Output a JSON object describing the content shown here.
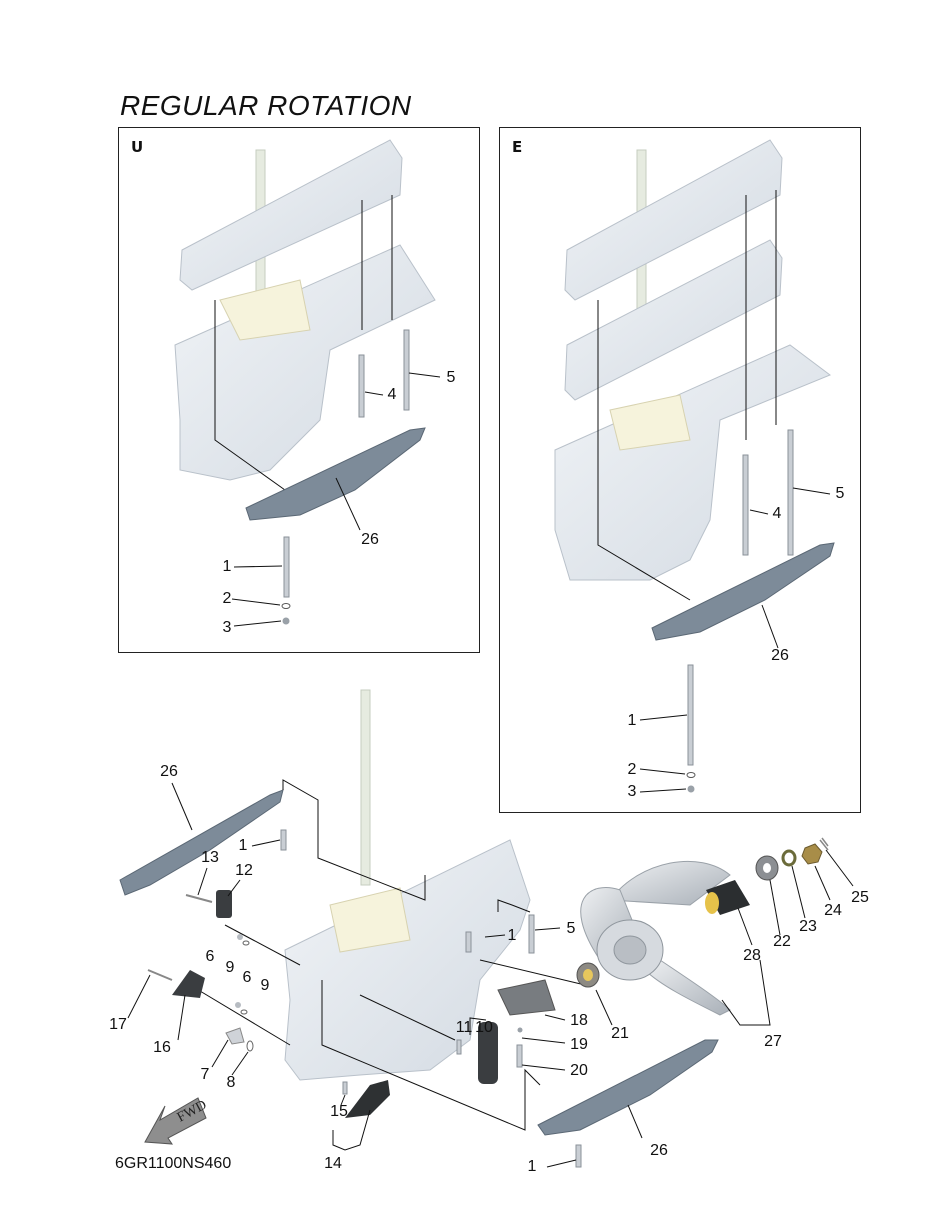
{
  "title": "REGULAR ROTATION",
  "panels": [
    {
      "letter": "U"
    },
    {
      "letter": "E"
    }
  ],
  "callouts": {
    "u_1": "1",
    "u_2": "2",
    "u_3": "3",
    "u_4": "4",
    "u_5": "5",
    "u_26": "26",
    "e_1": "1",
    "e_2": "2",
    "e_3": "3",
    "e_4": "4",
    "e_5": "5",
    "e_26": "26",
    "m_26a": "26",
    "m_1a": "1",
    "m_13": "13",
    "m_12": "12",
    "m_6a": "6",
    "m_9a": "9",
    "m_6b": "6",
    "m_9b": "9",
    "m_17": "17",
    "m_16": "16",
    "m_7": "7",
    "m_8": "8",
    "m_15": "15",
    "m_14": "14",
    "m_1b": "1",
    "m_5": "5",
    "m_10": "10",
    "m_11": "11",
    "m_18": "18",
    "m_19": "19",
    "m_20": "20",
    "m_21": "21",
    "m_27": "27",
    "m_28": "28",
    "m_22": "22",
    "m_23": "23",
    "m_24": "24",
    "m_25": "25",
    "m_26b": "26",
    "m_1c": "1"
  },
  "fwd_label": "FWD",
  "diagram_code": "6GR1100NS460",
  "colors": {
    "housing": "#e3e8ee",
    "housing_stroke": "#b9c1ca",
    "plate": "#7d8b99",
    "line": "#111111",
    "propeller": "#c9ced4"
  }
}
